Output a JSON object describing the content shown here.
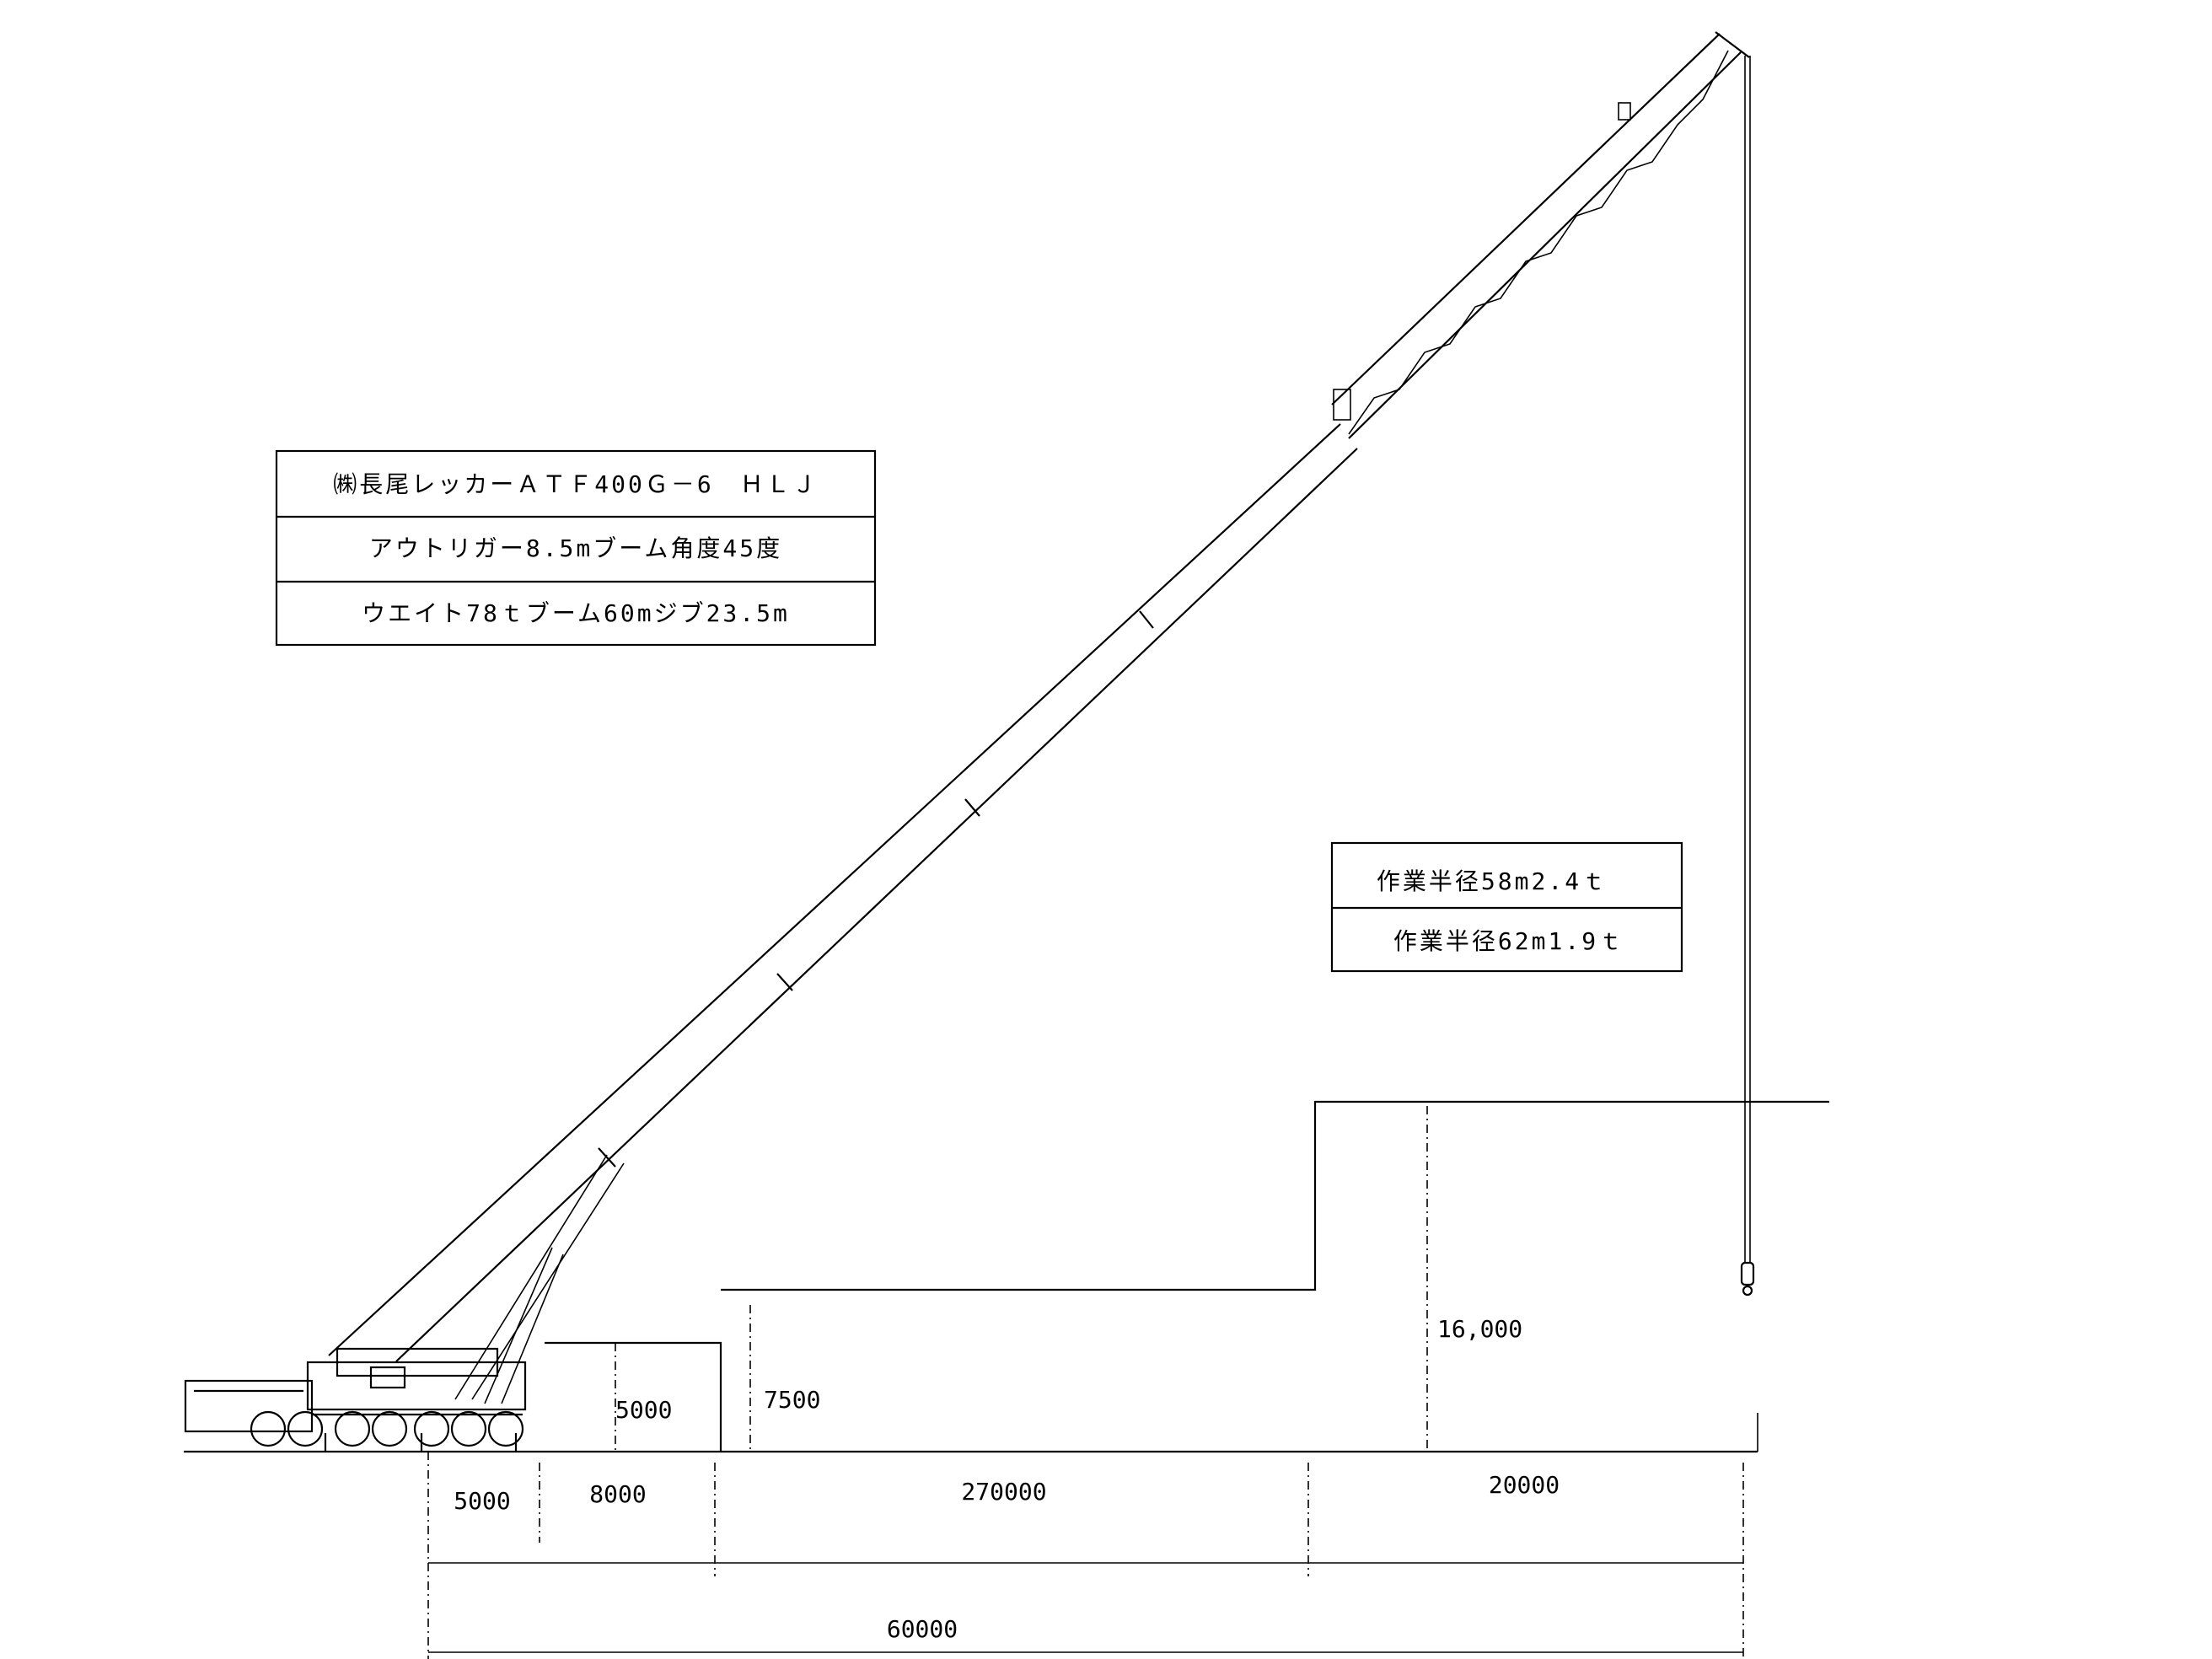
{
  "spec_box": {
    "line1": "㈱長尾レッカーＡＴＦ400Ｇ－6　ＨＬＪ",
    "line2": "アウトリガー8.5mブーム角度45度",
    "line3": "ウエイト78ｔブーム60mジブ23.5m"
  },
  "radius_box": {
    "line1": "作業半径58m2.4ｔ",
    "line2": "作業半径62m1.9ｔ"
  },
  "heights": {
    "wall1": "5000",
    "wall2": "7500",
    "building": "16,000"
  },
  "distances": {
    "d1": "5000",
    "d2": "8000",
    "d3": "270000",
    "d4": "20000",
    "total": "60000"
  }
}
